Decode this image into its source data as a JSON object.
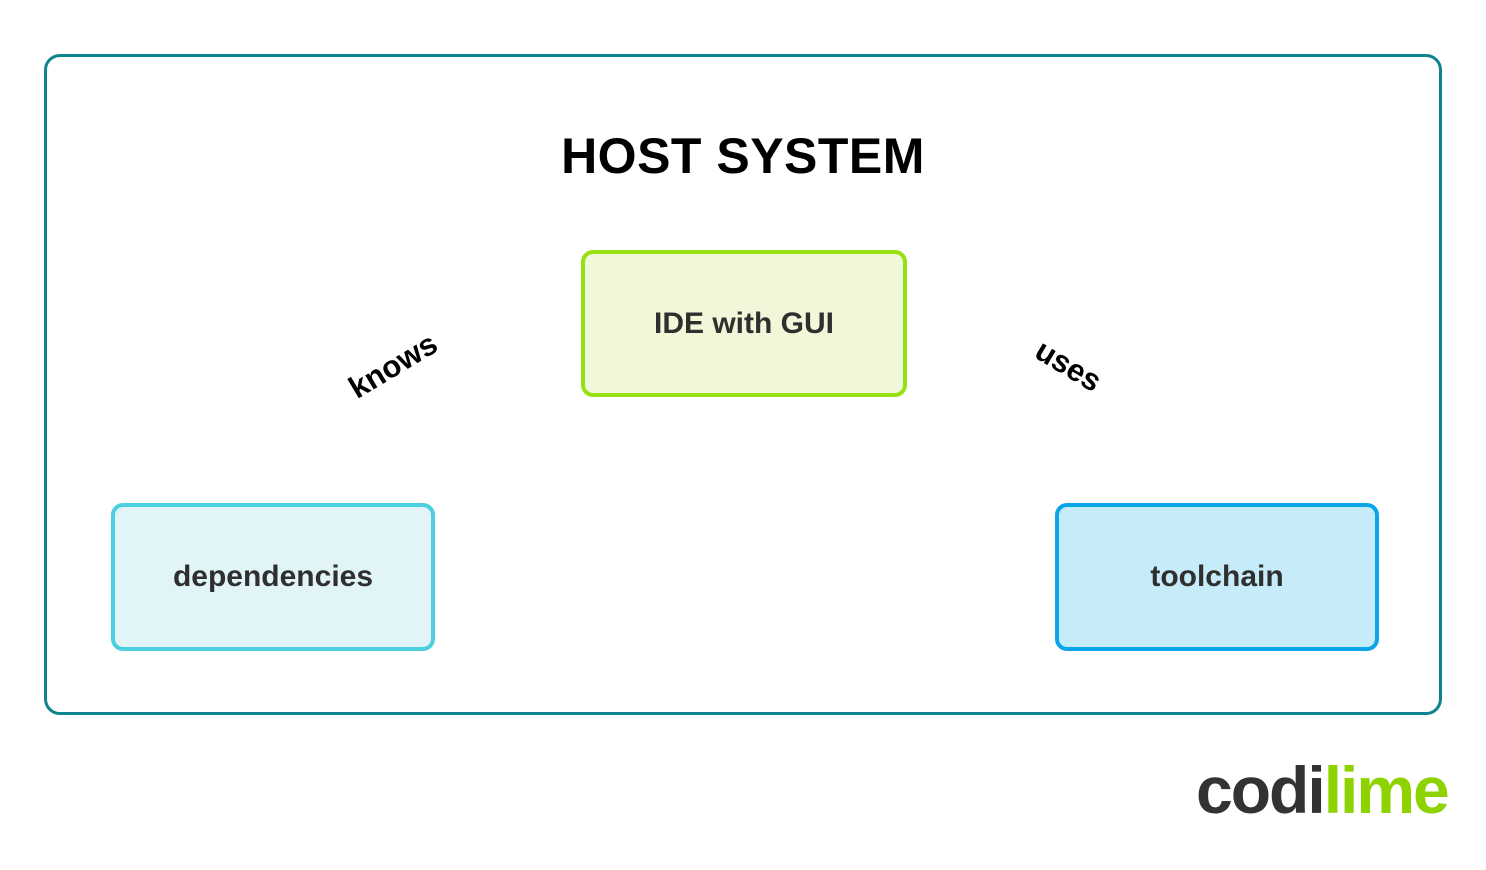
{
  "diagram": {
    "title": "HOST SYSTEM",
    "frame": {
      "name": "host-system-frame",
      "border_color": "#0c8490"
    },
    "nodes": [
      {
        "id": "ide",
        "label": "IDE with GUI",
        "border_color": "#97e014",
        "fill_color": "#f1f8d9",
        "text_color": "#2f2f2f"
      },
      {
        "id": "dependencies",
        "label": "dependencies",
        "border_color": "#4ccfdf",
        "fill_color": "#e1f4f7",
        "text_color": "#2f2f2f"
      },
      {
        "id": "toolchain",
        "label": "toolchain",
        "border_color": "#0ba5e9",
        "fill_color": "#c6ecf9",
        "text_color": "#2f2f2f"
      }
    ],
    "edges": [
      {
        "id": "ide-knows-dependencies",
        "label": "knows",
        "from": "ide",
        "to": "dependencies",
        "color": "#0c8490"
      },
      {
        "id": "ide-uses-toolchain",
        "label": "uses",
        "from": "ide",
        "to": "toolchain",
        "color": "#0c8490"
      }
    ]
  },
  "brand": {
    "part_one": "codi",
    "part_two": "lime",
    "part_one_color": "#333333",
    "part_two_color": "#8ed202"
  }
}
